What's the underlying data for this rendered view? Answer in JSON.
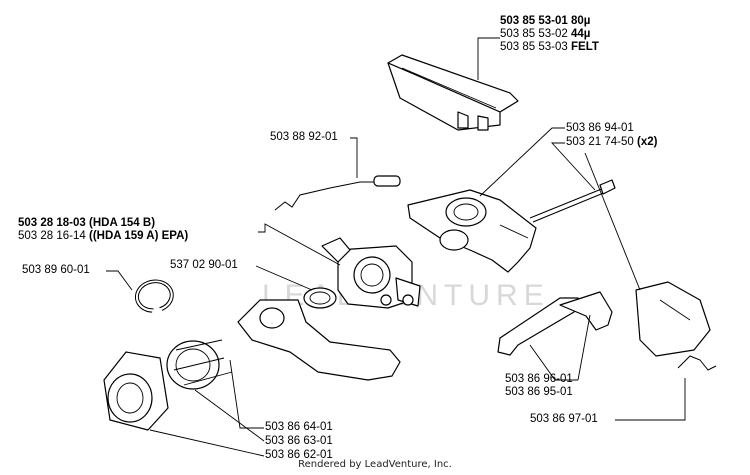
{
  "watermark": "LEADVENTURE",
  "credit": "Rendered by LeadVenture, Inc.",
  "parts": {
    "filter": [
      {
        "num": "503 85 53-01",
        "suffix": "80µ"
      },
      {
        "num": "503 85 53-02",
        "suffix": "44µ"
      },
      {
        "num": "503 85 53-03",
        "suffix": "FELT"
      }
    ],
    "link": {
      "num": "503 88 92-01"
    },
    "screw": [
      {
        "num": "503 86 94-01",
        "suffix": ""
      },
      {
        "num": "503 21 74-50",
        "suffix": "(x2)"
      }
    ],
    "carb": [
      {
        "num": "503 28 18-03",
        "suffix": "(HDA 154 B)"
      },
      {
        "num": "503 28 16-14",
        "suffix": "((HDA 159 A) EPA)"
      }
    ],
    "clamp": {
      "num": "503 89 60-01"
    },
    "ring": {
      "num": "537 02 90-01"
    },
    "bracket": [
      {
        "num": "503 86 96-01"
      },
      {
        "num": "503 86 95-01"
      }
    ],
    "spring": {
      "num": "503 86 97-01"
    },
    "intake": [
      {
        "num": "503 86 64-01"
      },
      {
        "num": "503 86 63-01"
      },
      {
        "num": "503 86 62-01"
      }
    ]
  }
}
